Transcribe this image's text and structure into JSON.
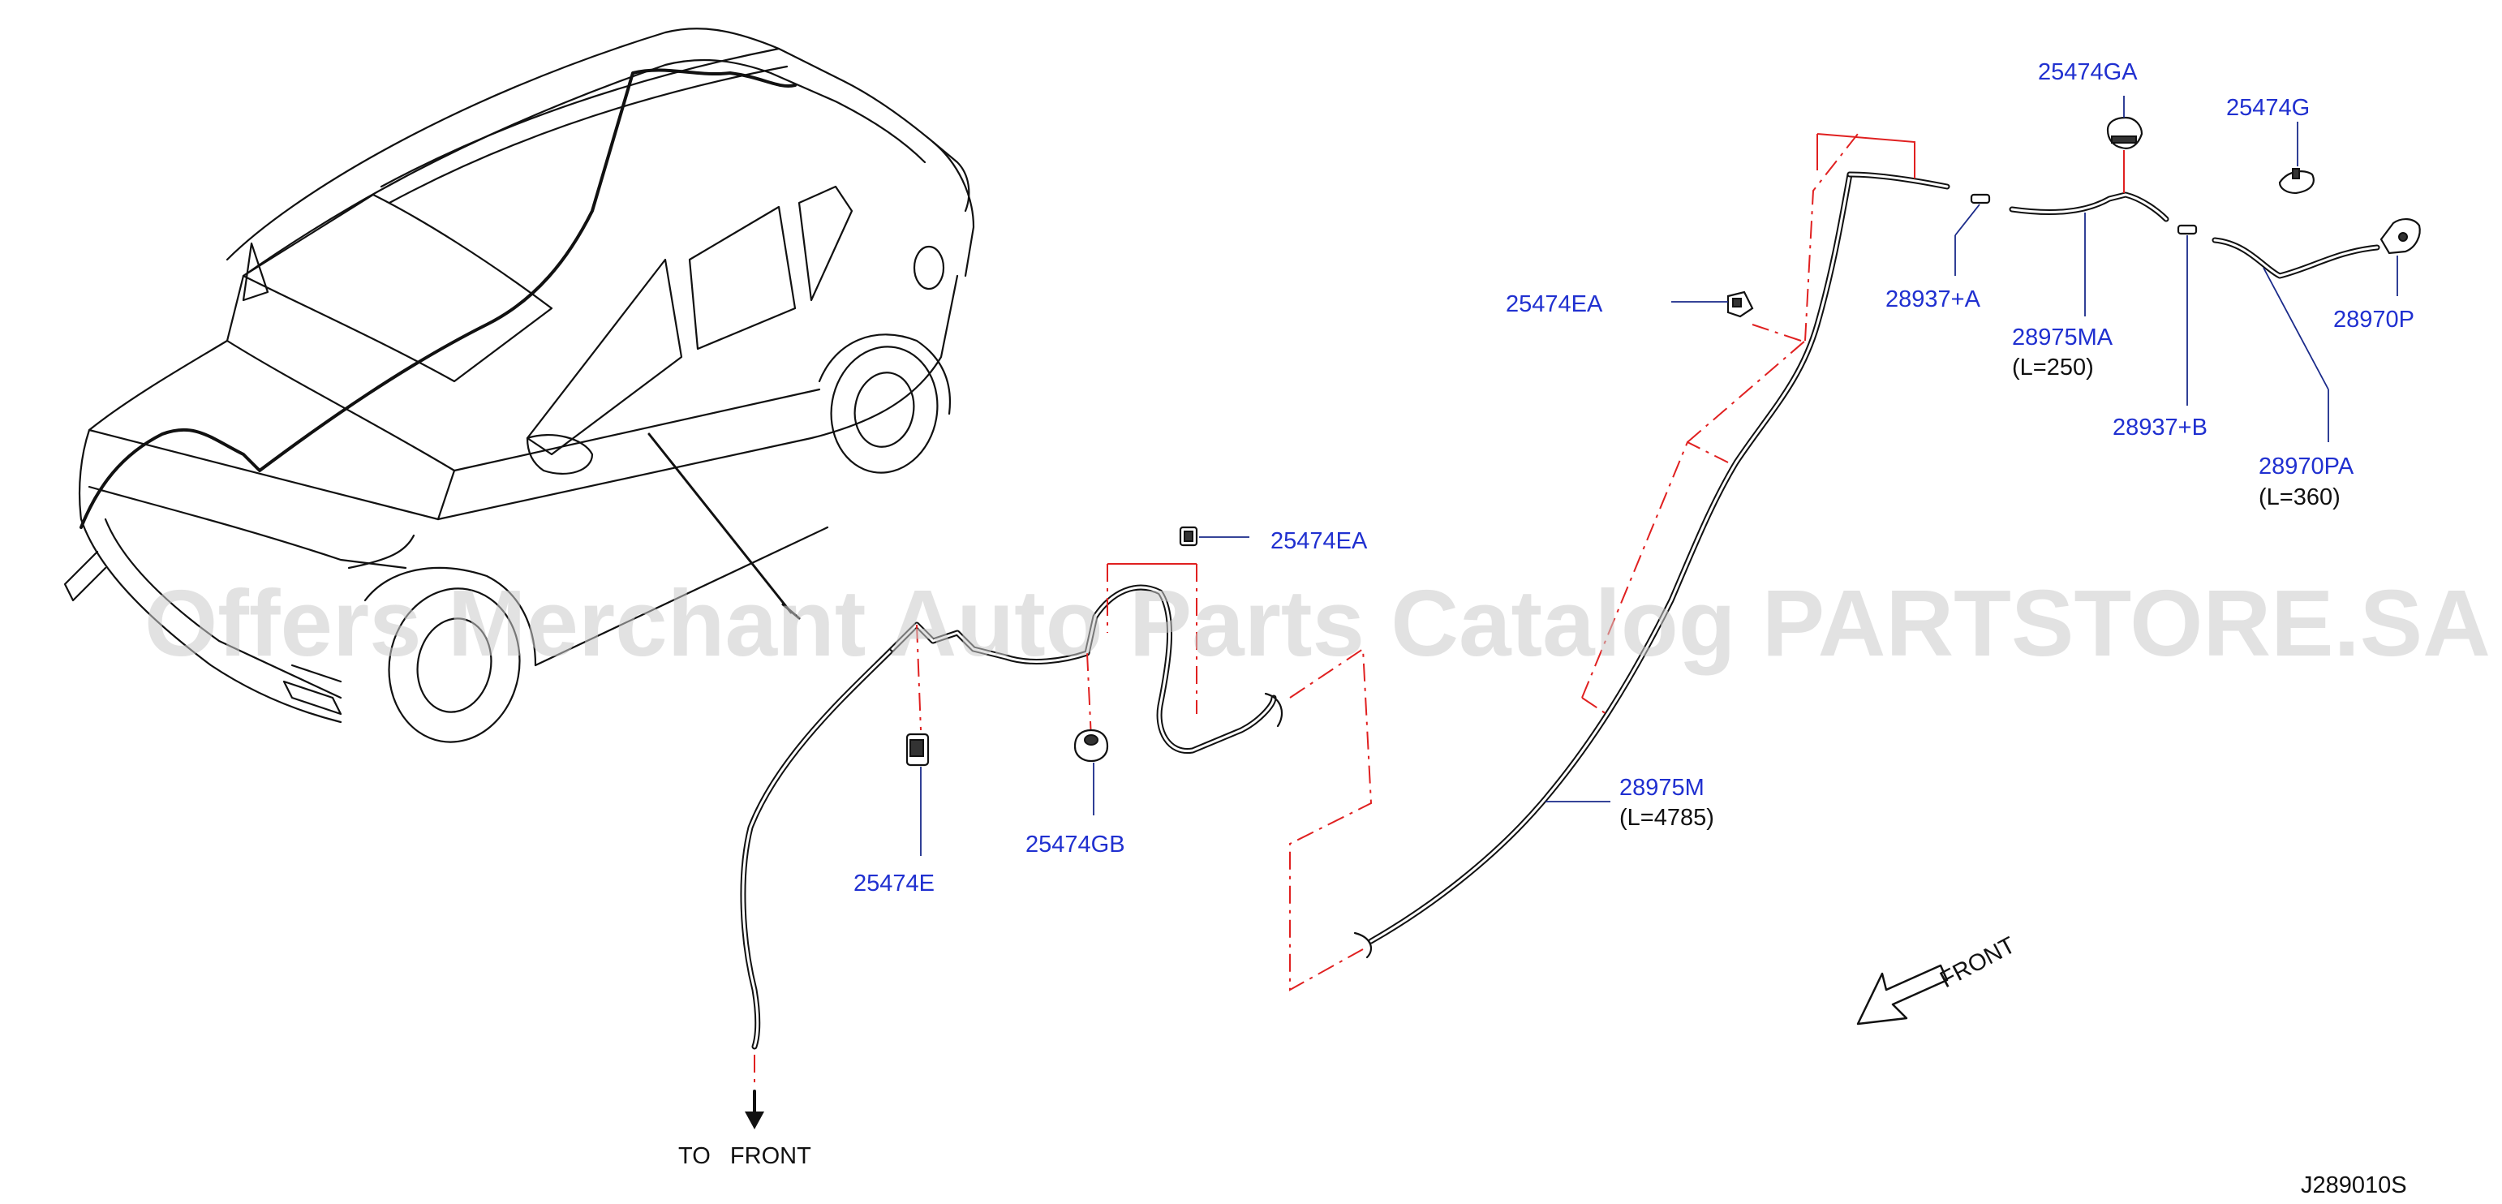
{
  "watermark": "Offers Merchant Auto Parts Catalog PARTSTORE.SA",
  "diagram_code": "J289010S",
  "direction_labels": {
    "to_front": "TO   FRONT",
    "front": "FRONT"
  },
  "parts": {
    "p25474GA": "25474GA",
    "p25474G": "25474G",
    "p25474EA_top": "25474EA",
    "p28937A": "28937+A",
    "p28975MA": "28975MA",
    "p28975MA_len": "(L=250)",
    "p28970P": "28970P",
    "p28937B": "28937+B",
    "p28970PA": "28970PA",
    "p28970PA_len": "(L=360)",
    "p25474EA_mid": "25474EA",
    "p28975M": "28975M",
    "p28975M_len": "(L=4785)",
    "p25474E": "25474E",
    "p25474GB": "25474GB"
  }
}
